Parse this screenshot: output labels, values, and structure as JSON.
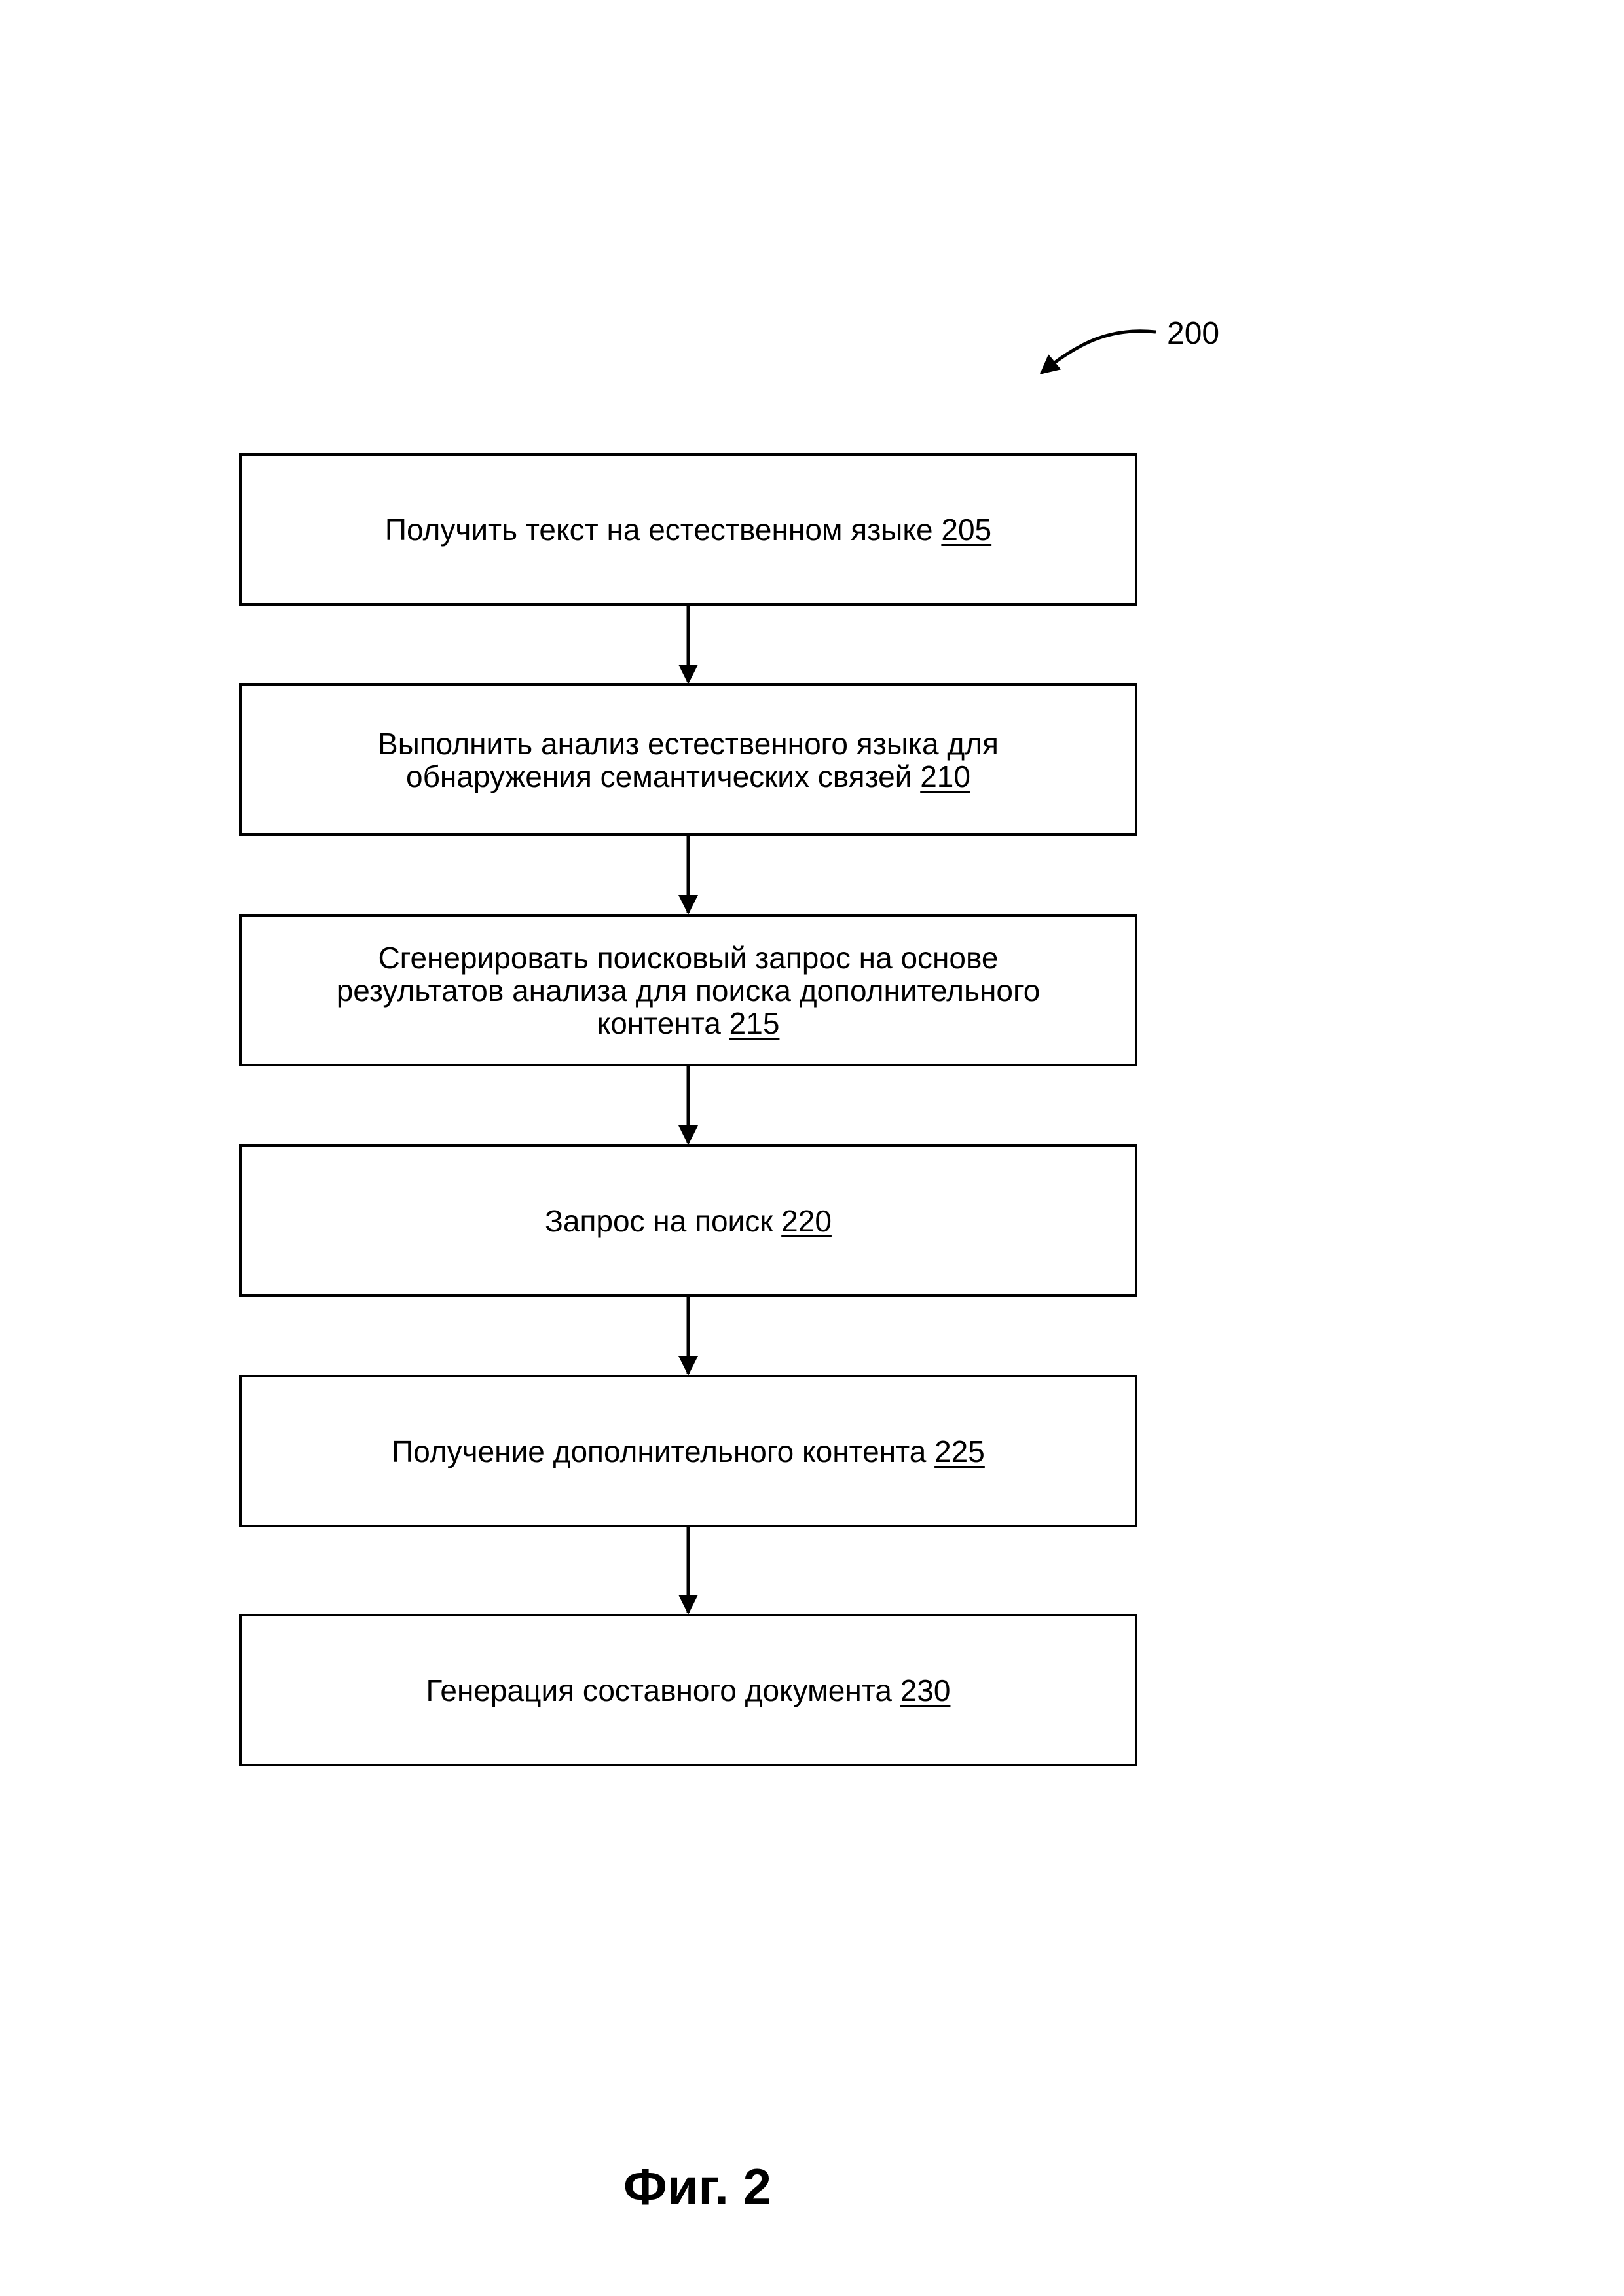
{
  "diagram": {
    "reference_number": "200",
    "steps": [
      {
        "lines": [
          "Получить текст на естественном языке"
        ],
        "ref": "205"
      },
      {
        "lines": [
          "Выполнить анализ естественного языка для",
          "обнаружения семантических связей"
        ],
        "ref": "210"
      },
      {
        "lines": [
          "Сгенерировать поисковый запрос на основе",
          "результатов анализа для поиска дополнительного",
          "контента"
        ],
        "ref": "215"
      },
      {
        "lines": [
          "Запрос на поиск"
        ],
        "ref": "220"
      },
      {
        "lines": [
          "Получение дополнительного контента"
        ],
        "ref": "225"
      },
      {
        "lines": [
          "Генерация составного документа"
        ],
        "ref": "230"
      }
    ]
  },
  "figure": {
    "label": "Фиг. 2"
  }
}
